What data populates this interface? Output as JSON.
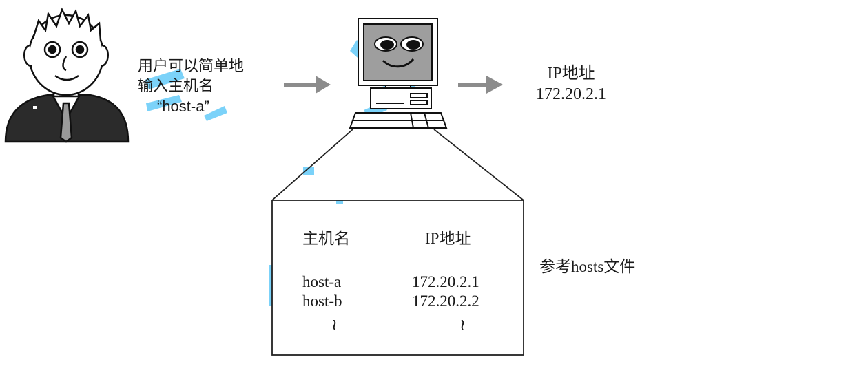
{
  "user_text": {
    "line1": "用户可以简单地",
    "line2": "输入主机名",
    "line3": "“host-a”"
  },
  "result": {
    "label": "IP地址",
    "address": "172.20.2.1"
  },
  "hosts_table": {
    "headers": [
      "主机名",
      "IP地址"
    ],
    "rows": [
      [
        "host-a",
        "172.20.2.1"
      ],
      [
        "host-b",
        "172.20.2.2"
      ]
    ],
    "ellipsis": [
      "≀",
      "≀"
    ]
  },
  "hosts_caption": "参考hosts文件",
  "colors": {
    "line": "#222222",
    "arrow": "#8c8c8c",
    "watermark": "#4fc3f7"
  },
  "icons": [
    "user-person-icon",
    "computer-icon",
    "arrow-right-icon"
  ]
}
